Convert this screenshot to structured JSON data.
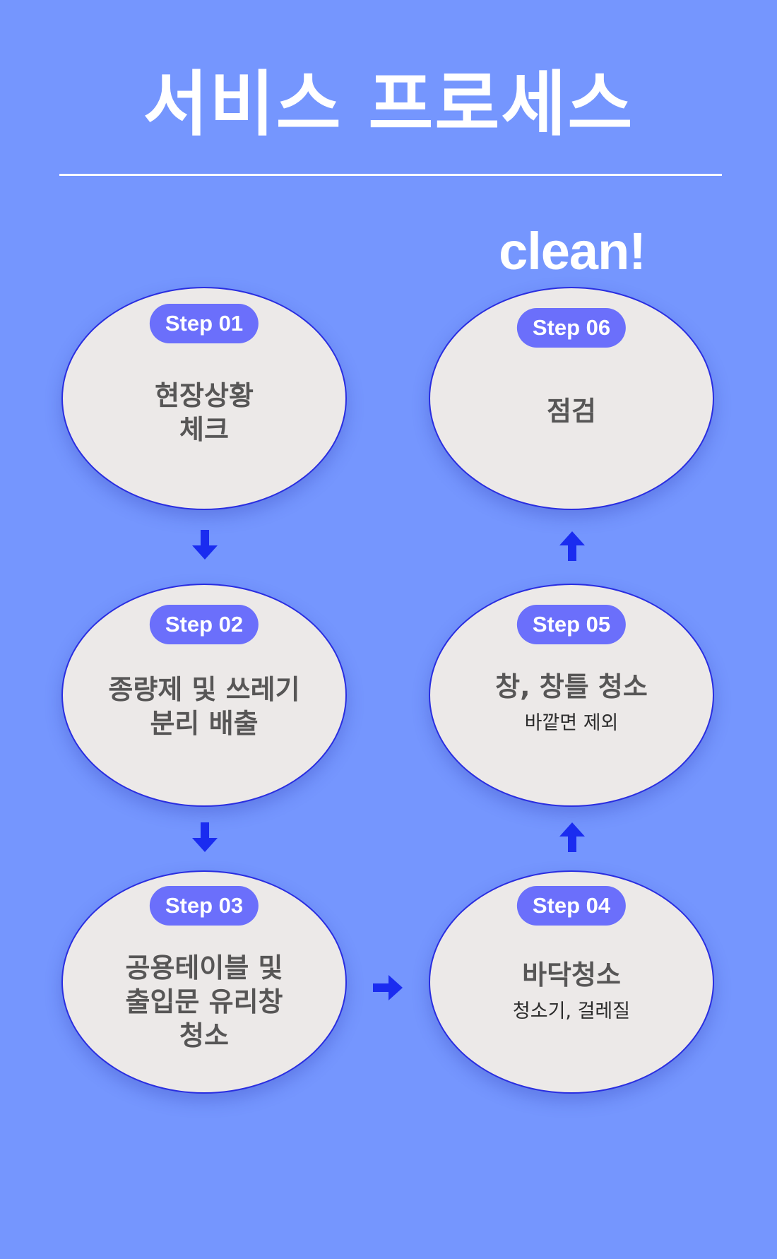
{
  "title": "서비스 프로세스",
  "clean_label": "clean!",
  "colors": {
    "background": "#7596fe",
    "card": "#ece9e8",
    "card_border": "#2a2ee0",
    "badge": "#6b6ffb",
    "arrow": "#1a2cf0"
  },
  "steps": [
    {
      "badge": "Step 01",
      "title": "현장상황\n체크",
      "subtitle": ""
    },
    {
      "badge": "Step 02",
      "title": "종량제 및 쓰레기\n분리 배출",
      "subtitle": ""
    },
    {
      "badge": "Step 03",
      "title": "공용테이블 및\n출입문 유리창\n청소",
      "subtitle": ""
    },
    {
      "badge": "Step 04",
      "title": "바닥청소",
      "subtitle": "청소기, 걸레질"
    },
    {
      "badge": "Step 05",
      "title": "창, 창틀 청소",
      "subtitle": "바깥면 제외"
    },
    {
      "badge": "Step 06",
      "title": "점검",
      "subtitle": ""
    }
  ],
  "arrows": [
    "arrow-down-icon",
    "arrow-down-icon",
    "arrow-right-icon",
    "arrow-up-icon",
    "arrow-up-icon"
  ]
}
